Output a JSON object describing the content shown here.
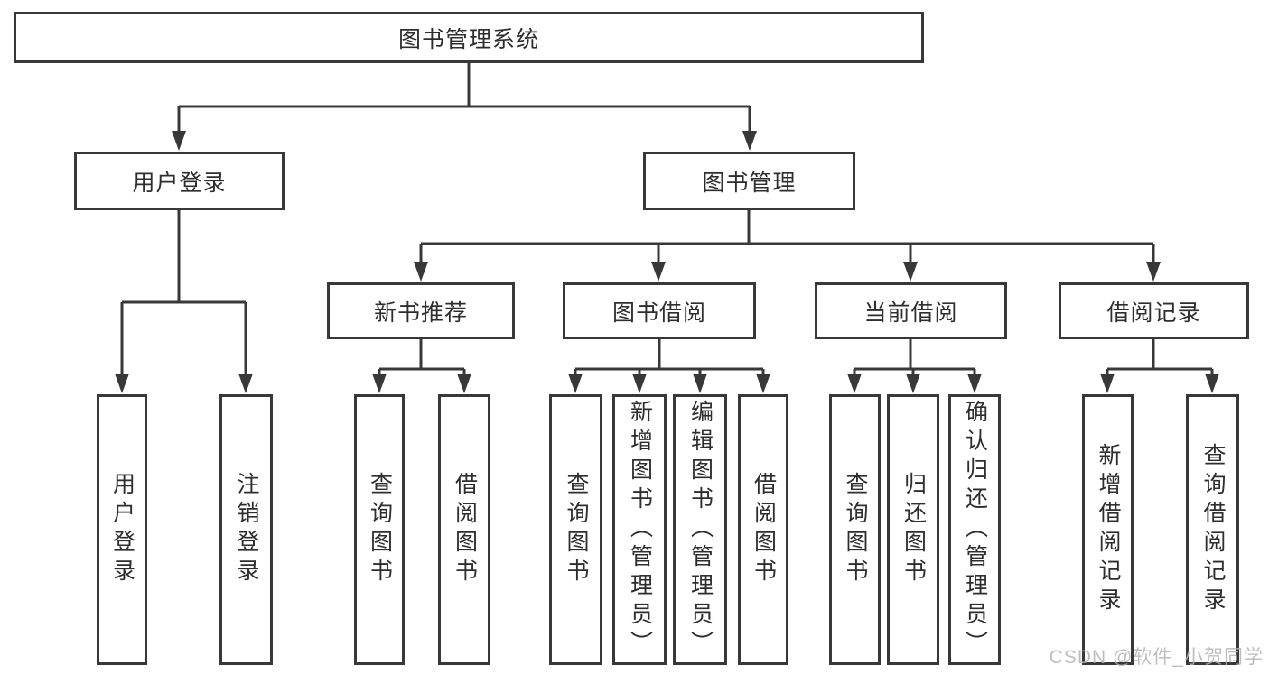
{
  "tree": {
    "root": {
      "label": "图书管理系统"
    },
    "branches": [
      {
        "label": "用户登录",
        "children": [
          "用户登录",
          "注销登录"
        ]
      },
      {
        "label": "图书管理",
        "groups": [
          {
            "label": "新书推荐",
            "children": [
              "查询图书",
              "借阅图书"
            ]
          },
          {
            "label": "图书借阅",
            "children": [
              "查询图书",
              "新增图书（管理员）",
              "编辑图书（管理员）",
              "借阅图书"
            ]
          },
          {
            "label": "当前借阅",
            "children": [
              "查询图书",
              "归还图书",
              "确认归还（管理员）"
            ]
          },
          {
            "label": "借阅记录",
            "children": [
              "新增借阅记录",
              "查询借阅记录"
            ]
          }
        ]
      }
    ]
  },
  "watermark": {
    "text": "CSDN @软件_小贺同学",
    "color": "#b3b3b3"
  },
  "colors": {
    "line": "#383838",
    "text": "#2e2e2e",
    "box_bg": "#ffffff",
    "background": "#ffffff"
  }
}
